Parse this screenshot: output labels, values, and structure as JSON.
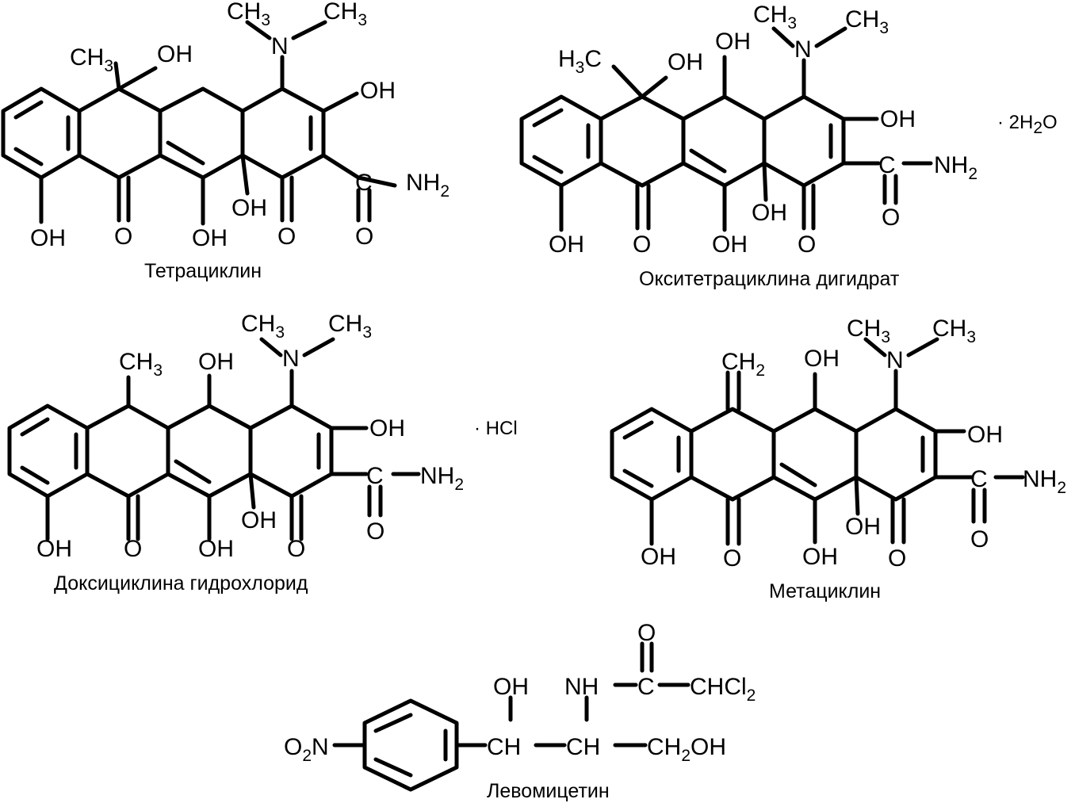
{
  "compounds": [
    {
      "name": "Тетрациклин"
    },
    {
      "name": "Окситетрациклина дигидрат",
      "salt": "· 2H",
      "salt_sub": "2",
      "salt_tail": "O"
    },
    {
      "name": "Доксициклина гидрохлорид",
      "salt": "· HCl"
    },
    {
      "name": "Метациклин"
    },
    {
      "name": "Левомицетин"
    }
  ],
  "groups": {
    "ch3": "CH",
    "ch3_sub": "3",
    "h3c": "H",
    "h3c_sub": "3",
    "h3c_tail": "C",
    "ch2": "CH",
    "ch2_sub": "2",
    "oh": "OH",
    "n": "N",
    "o": "O",
    "c": "C",
    "nh2": "NH",
    "nh2_sub": "2",
    "nh": "NH",
    "chcl2": "CHCl",
    "chcl2_sub": "2",
    "ch": "CH",
    "ch2oh": "CH",
    "ch2oh_sub": "2",
    "ch2oh_tail": "OH",
    "o2n": "O",
    "o2n_sub": "2",
    "o2n_tail": "N"
  }
}
